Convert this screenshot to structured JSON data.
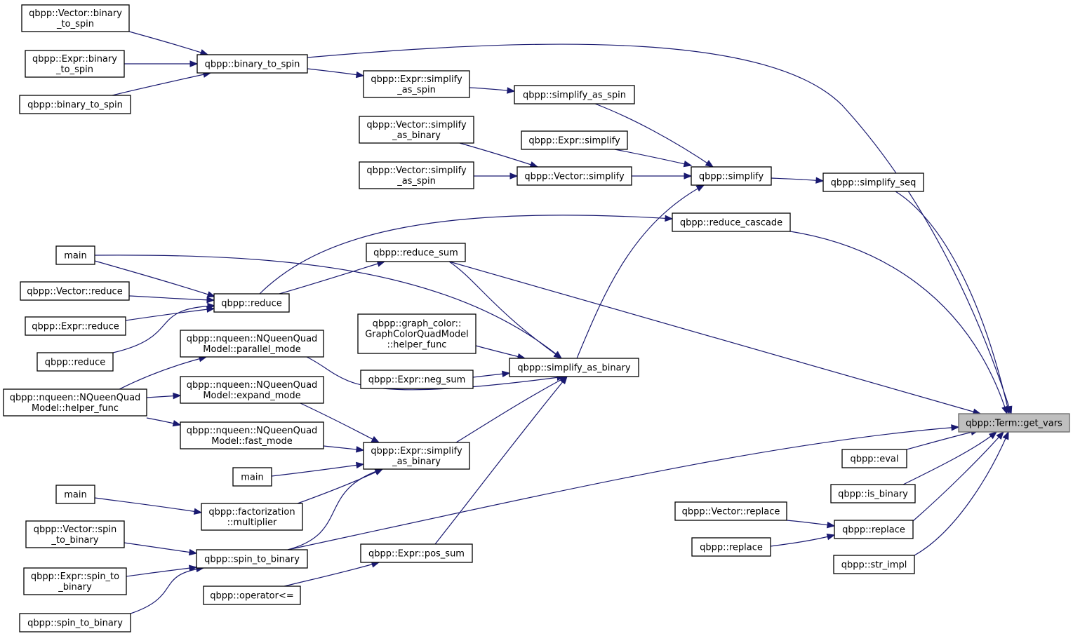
{
  "nodes": [
    {
      "id": "get_vars",
      "lines": [
        "qbpp::Term::get_vars"
      ],
      "focus": true
    },
    {
      "id": "vec_b2s",
      "lines": [
        "qbpp::Vector::binary",
        "_to_spin"
      ]
    },
    {
      "id": "expr_b2s",
      "lines": [
        "qbpp::Expr::binary",
        "_to_spin"
      ]
    },
    {
      "id": "b2s_leaf",
      "lines": [
        "qbpp::binary_to_spin"
      ]
    },
    {
      "id": "b2s",
      "lines": [
        "qbpp::binary_to_spin"
      ]
    },
    {
      "id": "expr_sas",
      "lines": [
        "qbpp::Expr::simplify",
        "_as_spin"
      ]
    },
    {
      "id": "sas",
      "lines": [
        "qbpp::simplify_as_spin"
      ]
    },
    {
      "id": "vec_sab",
      "lines": [
        "qbpp::Vector::simplify",
        "_as_binary"
      ]
    },
    {
      "id": "expr_simplify",
      "lines": [
        "qbpp::Expr::simplify"
      ]
    },
    {
      "id": "vec_sasp",
      "lines": [
        "qbpp::Vector::simplify",
        "_as_spin"
      ]
    },
    {
      "id": "vec_simplify",
      "lines": [
        "qbpp::Vector::simplify"
      ]
    },
    {
      "id": "simplify",
      "lines": [
        "qbpp::simplify"
      ]
    },
    {
      "id": "simplify_seq",
      "lines": [
        "qbpp::simplify_seq"
      ]
    },
    {
      "id": "reduce_cascade",
      "lines": [
        "qbpp::reduce_cascade"
      ]
    },
    {
      "id": "main1",
      "lines": [
        "main"
      ]
    },
    {
      "id": "reduce_sum",
      "lines": [
        "qbpp::reduce_sum"
      ]
    },
    {
      "id": "vec_reduce",
      "lines": [
        "qbpp::Vector::reduce"
      ]
    },
    {
      "id": "reduce",
      "lines": [
        "qbpp::reduce"
      ]
    },
    {
      "id": "expr_reduce",
      "lines": [
        "qbpp::Expr::reduce"
      ]
    },
    {
      "id": "reduce_leaf",
      "lines": [
        "qbpp::reduce"
      ]
    },
    {
      "id": "gc_helper",
      "lines": [
        "qbpp::graph_color::",
        "GraphColorQuadModel",
        "::helper_func"
      ]
    },
    {
      "id": "nq_parallel",
      "lines": [
        "qbpp::nqueen::NQueenQuad",
        "Model::parallel_mode"
      ]
    },
    {
      "id": "sab",
      "lines": [
        "qbpp::simplify_as_binary"
      ]
    },
    {
      "id": "neg_sum",
      "lines": [
        "qbpp::Expr::neg_sum"
      ]
    },
    {
      "id": "nq_helper",
      "lines": [
        "qbpp::nqueen::NQueenQuad",
        "Model::helper_func"
      ]
    },
    {
      "id": "nq_expand",
      "lines": [
        "qbpp::nqueen::NQueenQuad",
        "Model::expand_mode"
      ]
    },
    {
      "id": "nq_fast",
      "lines": [
        "qbpp::nqueen::NQueenQuad",
        "Model::fast_mode"
      ]
    },
    {
      "id": "expr_sab",
      "lines": [
        "qbpp::Expr::simplify",
        "_as_binary"
      ]
    },
    {
      "id": "eval",
      "lines": [
        "qbpp::eval"
      ]
    },
    {
      "id": "main2",
      "lines": [
        "main"
      ]
    },
    {
      "id": "is_binary",
      "lines": [
        "qbpp::is_binary"
      ]
    },
    {
      "id": "main3",
      "lines": [
        "main"
      ]
    },
    {
      "id": "fact_mult",
      "lines": [
        "qbpp::factorization",
        "::multiplier"
      ]
    },
    {
      "id": "vec_replace",
      "lines": [
        "qbpp::Vector::replace"
      ]
    },
    {
      "id": "replace",
      "lines": [
        "qbpp::replace"
      ]
    },
    {
      "id": "vec_s2b",
      "lines": [
        "qbpp::Vector::spin",
        "_to_binary"
      ]
    },
    {
      "id": "replace_leaf",
      "lines": [
        "qbpp::replace"
      ]
    },
    {
      "id": "pos_sum",
      "lines": [
        "qbpp::Expr::pos_sum"
      ]
    },
    {
      "id": "s2b",
      "lines": [
        "qbpp::spin_to_binary"
      ]
    },
    {
      "id": "str_impl",
      "lines": [
        "qbpp::str_impl"
      ]
    },
    {
      "id": "expr_s2b",
      "lines": [
        "qbpp::Expr::spin_to",
        "_binary"
      ]
    },
    {
      "id": "op_le",
      "lines": [
        "qbpp::operator<="
      ]
    },
    {
      "id": "s2b_leaf",
      "lines": [
        "qbpp::spin_to_binary"
      ]
    }
  ],
  "edges": [
    [
      "vec_b2s",
      "b2s"
    ],
    [
      "expr_b2s",
      "b2s"
    ],
    [
      "b2s_leaf",
      "b2s"
    ],
    [
      "b2s",
      "expr_sas"
    ],
    [
      "expr_sas",
      "sas"
    ],
    [
      "sas",
      "simplify"
    ],
    [
      "vec_sab",
      "vec_simplify"
    ],
    [
      "vec_sasp",
      "vec_simplify"
    ],
    [
      "vec_simplify",
      "simplify"
    ],
    [
      "expr_simplify",
      "simplify"
    ],
    [
      "sab",
      "simplify"
    ],
    [
      "simplify",
      "simplify_seq"
    ],
    [
      "reduce",
      "reduce_cascade"
    ],
    [
      "reduce",
      "reduce_sum"
    ],
    [
      "main1",
      "reduce"
    ],
    [
      "vec_reduce",
      "reduce"
    ],
    [
      "expr_reduce",
      "reduce"
    ],
    [
      "reduce_leaf",
      "reduce"
    ],
    [
      "reduce_sum",
      "sab"
    ],
    [
      "main1",
      "sab"
    ],
    [
      "gc_helper",
      "sab"
    ],
    [
      "neg_sum",
      "sab"
    ],
    [
      "nq_parallel",
      "sab"
    ],
    [
      "expr_sab",
      "sab"
    ],
    [
      "pos_sum",
      "sab"
    ],
    [
      "nq_helper",
      "nq_parallel"
    ],
    [
      "nq_helper",
      "nq_expand"
    ],
    [
      "nq_helper",
      "nq_fast"
    ],
    [
      "nq_expand",
      "expr_sab"
    ],
    [
      "nq_fast",
      "expr_sab"
    ],
    [
      "main2",
      "expr_sab"
    ],
    [
      "fact_mult",
      "expr_sab"
    ],
    [
      "s2b",
      "expr_sab"
    ],
    [
      "main3",
      "fact_mult"
    ],
    [
      "vec_s2b",
      "s2b"
    ],
    [
      "expr_s2b",
      "s2b"
    ],
    [
      "s2b_leaf",
      "s2b"
    ],
    [
      "op_le",
      "pos_sum"
    ],
    [
      "vec_replace",
      "replace"
    ],
    [
      "replace_leaf",
      "replace"
    ],
    [
      "b2s",
      "get_vars"
    ],
    [
      "simplify_seq",
      "get_vars"
    ],
    [
      "reduce_cascade",
      "get_vars"
    ],
    [
      "reduce_sum",
      "get_vars"
    ],
    [
      "s2b",
      "get_vars"
    ],
    [
      "eval",
      "get_vars"
    ],
    [
      "is_binary",
      "get_vars"
    ],
    [
      "replace",
      "get_vars"
    ],
    [
      "str_impl",
      "get_vars"
    ]
  ]
}
